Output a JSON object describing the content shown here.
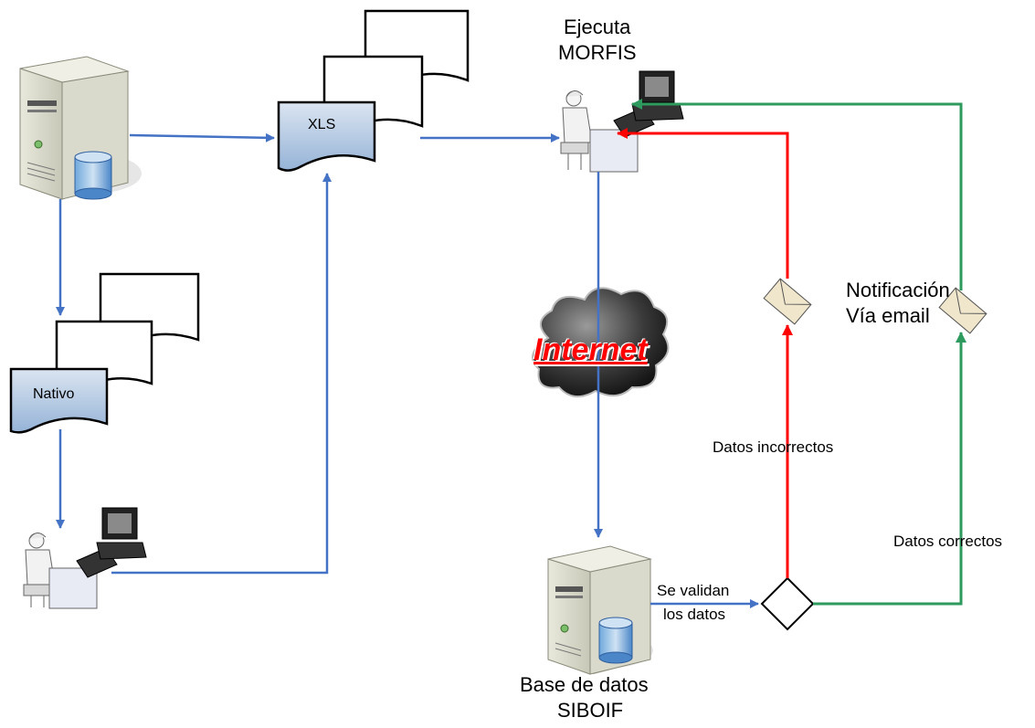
{
  "diagram": {
    "doc_xls": "XLS",
    "doc_nativo": "Nativo",
    "ejecuta_line1": "Ejecuta",
    "ejecuta_line2": "MORFIS",
    "internet": "Internet",
    "notificacion_line1": "Notificación",
    "notificacion_line2": "Vía email",
    "datos_incorrectos": "Datos incorrectos",
    "datos_correctos": "Datos correctos",
    "se_validan_line1": "Se validan",
    "se_validan_line2": "los datos",
    "base_line1": "Base de datos",
    "base_line2": "SIBOIF"
  },
  "colors": {
    "flow_blue": "#4472c4",
    "error_red": "#ff0000",
    "success_green": "#2e9a5e",
    "doc_fill": "#b8cce4"
  },
  "icons": [
    "server-icon",
    "database-icon",
    "document-stack-icon",
    "user-workstation-icon",
    "cloud-icon",
    "envelope-icon",
    "decision-diamond-icon"
  ]
}
